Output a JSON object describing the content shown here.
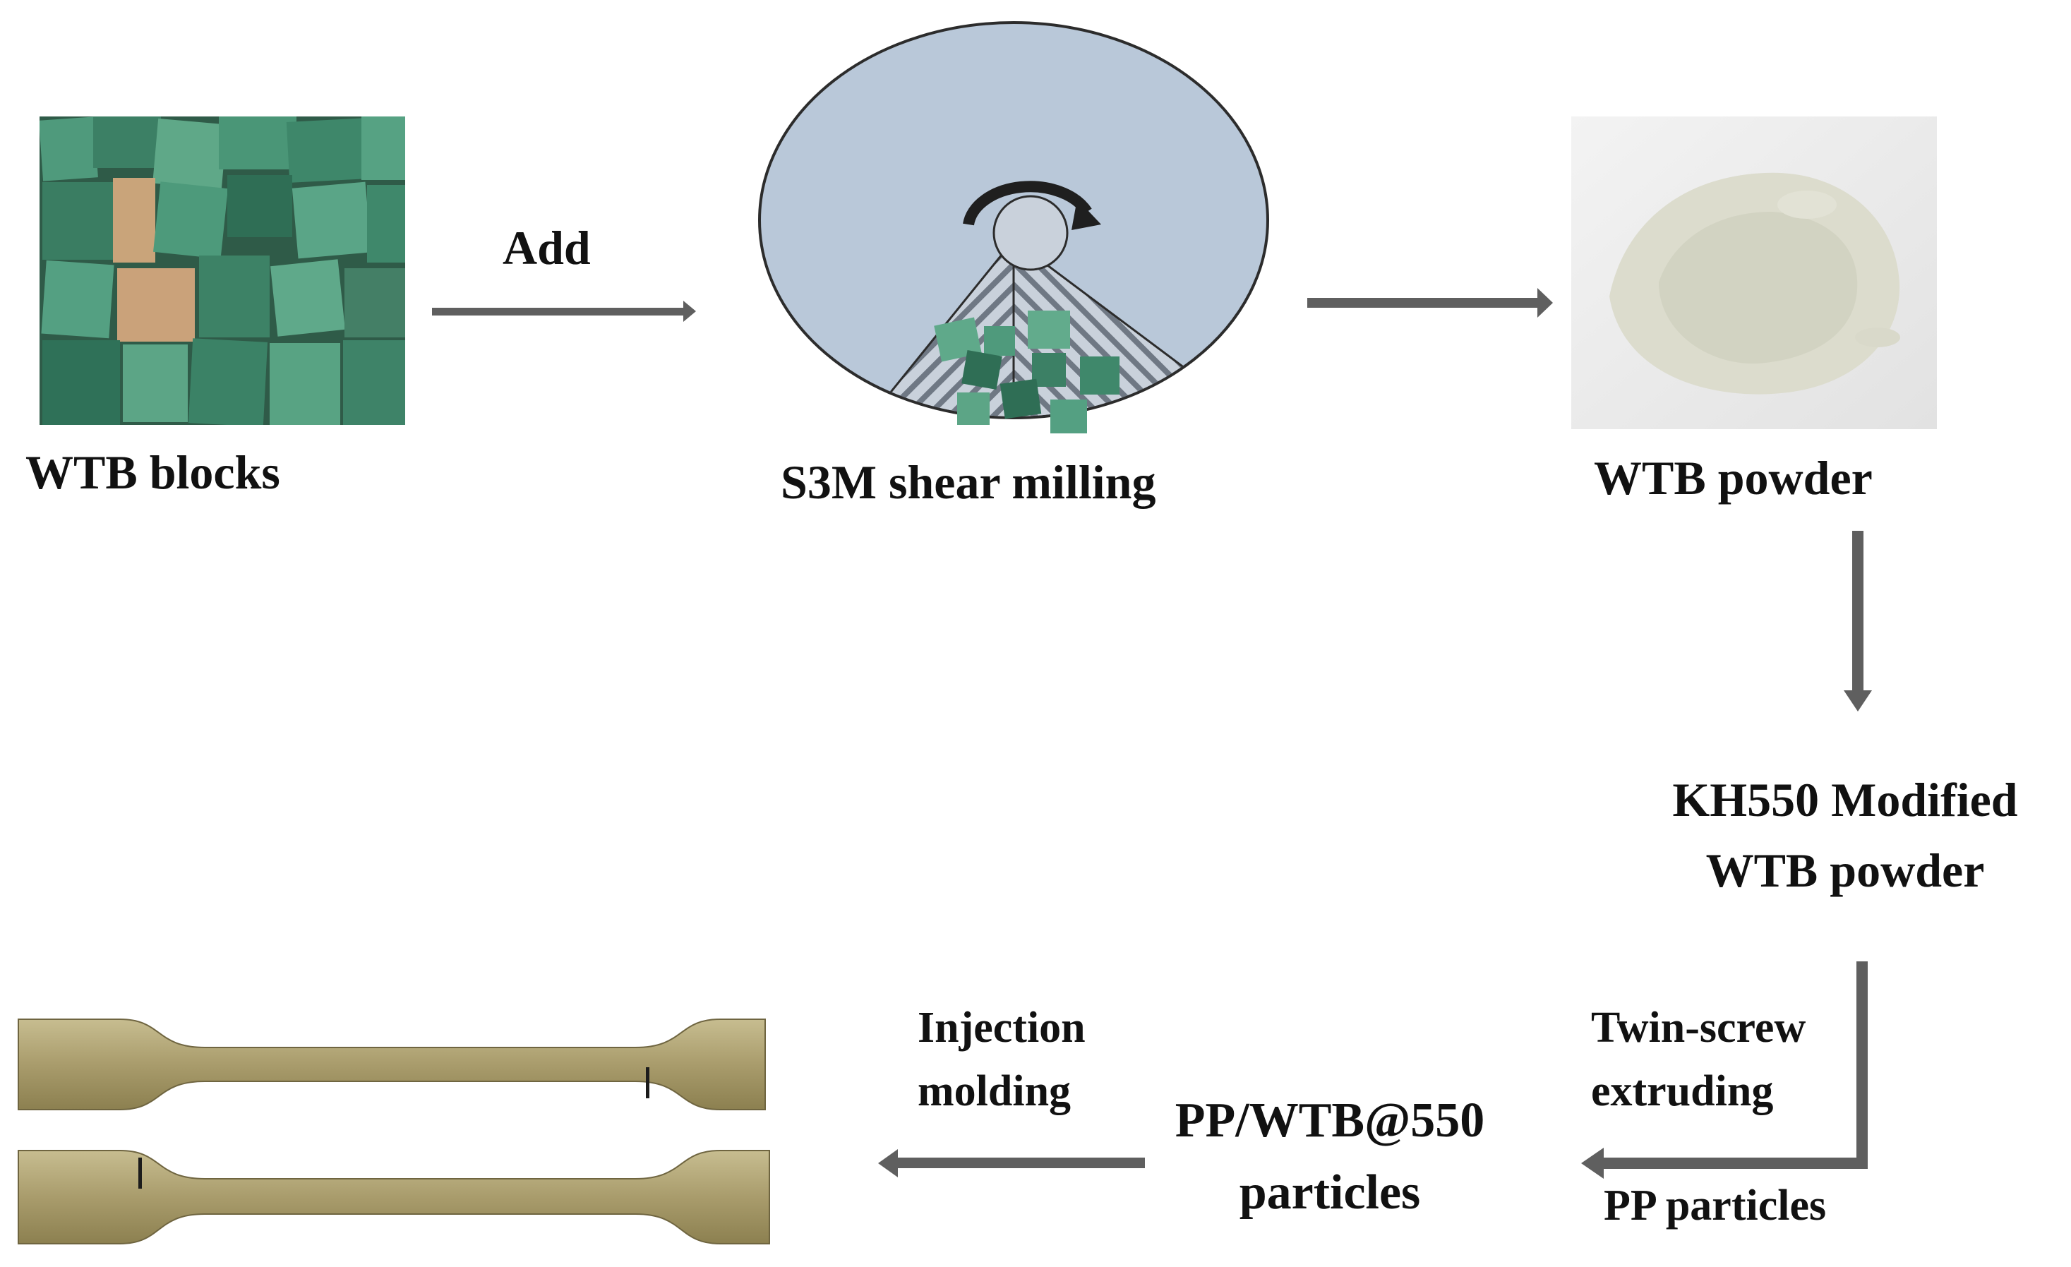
{
  "labels": {
    "wtb_blocks": "WTB blocks",
    "add": "Add",
    "s3m": "S3M shear milling",
    "wtb_powder": "WTB powder",
    "kh550_line1": "KH550 Modified",
    "kh550_line2": "WTB powder",
    "twin_line1": "Twin-screw",
    "twin_line2": "extruding",
    "pp_particles": "PP particles",
    "ppwtb_line1": "PP/WTB@550",
    "ppwtb_line2": "particles",
    "injection_line1": "Injection",
    "injection_line2": "molding"
  },
  "colors": {
    "arrow": "#5f5f5f",
    "disk": "#b9c8d9",
    "blocks_green": "#3f8a6e",
    "powder": "#dcdccd",
    "dumbbell": "#a99c6c",
    "text": "#111111"
  }
}
